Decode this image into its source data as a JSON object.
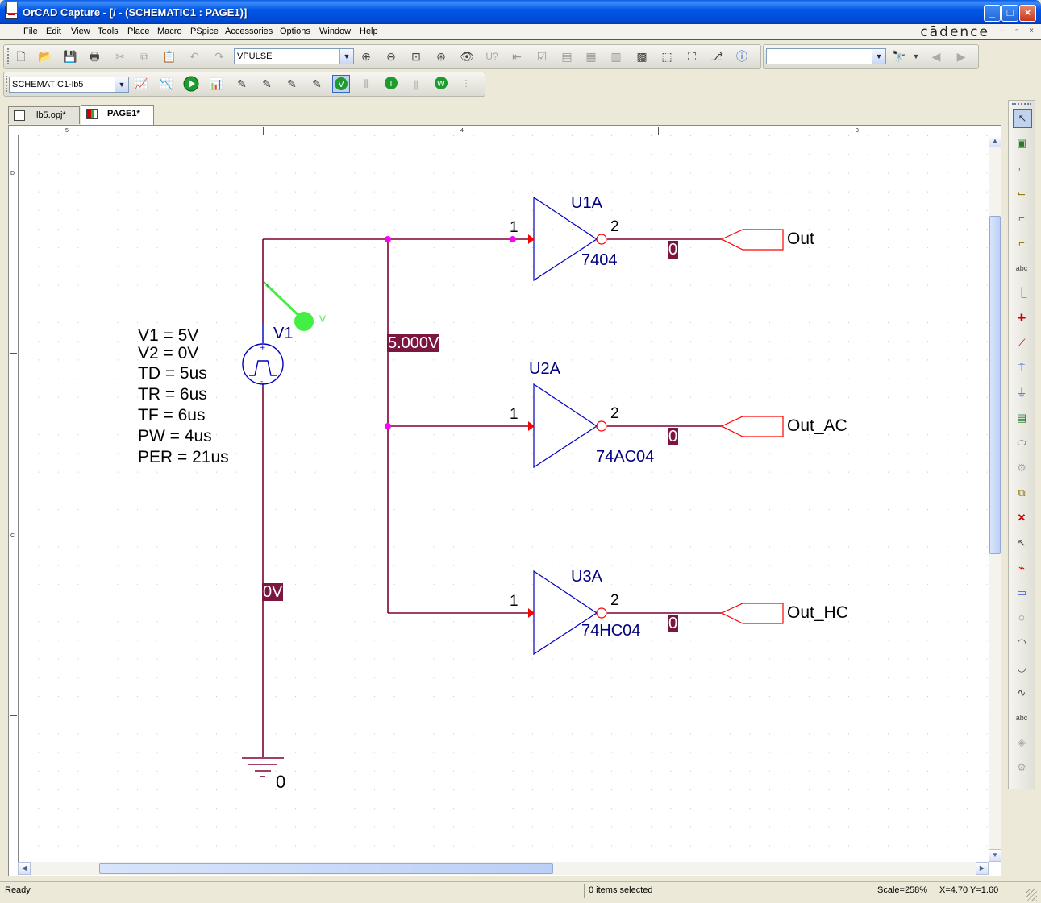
{
  "window": {
    "title": "OrCAD Capture - [/ - (SCHEMATIC1 : PAGE1)]",
    "logo": "cādence",
    "caption_buttons": [
      "_",
      "□",
      "×"
    ],
    "mdi_buttons": [
      "–",
      "▫",
      "×"
    ]
  },
  "menu": [
    "File",
    "Edit",
    "View",
    "Tools",
    "Place",
    "Macro",
    "PSpice",
    "Accessories",
    "Options",
    "Window",
    "Help"
  ],
  "toolbar": {
    "part_combo": "VPULSE",
    "search_combo": "",
    "design_combo": "SCHEMATIC1-lb5",
    "sim_markers": [
      "V",
      "I",
      "W"
    ]
  },
  "tabs": [
    {
      "label": "lb5.opj*"
    },
    {
      "label": "PAGE1*"
    }
  ],
  "rulers": {
    "top": [
      "5",
      "4",
      "3"
    ],
    "left": [
      "D",
      "C"
    ]
  },
  "schematic": {
    "source": {
      "ref": "V1",
      "params": [
        "V1 = 5V",
        "V2 = 0V",
        "TD = 5us",
        "TR = 6us",
        "TF = 6us",
        "PW = 4us",
        "PER = 21us"
      ],
      "probe_label": "V",
      "ground_label": "0"
    },
    "voltages": {
      "main_node": "5.000V",
      "ground_node": "0V"
    },
    "gates": [
      {
        "ref": "U1A",
        "part": "7404",
        "pin_in": "1",
        "pin_out": "2",
        "out_value": "0",
        "port": "Out"
      },
      {
        "ref": "U2A",
        "part": "74AC04",
        "pin_in": "1",
        "pin_out": "2",
        "out_value": "0",
        "port": "Out_AC"
      },
      {
        "ref": "U3A",
        "part": "74HC04",
        "pin_in": "1",
        "pin_out": "2",
        "out_value": "0",
        "port": "Out_HC"
      }
    ]
  },
  "status": {
    "ready": "Ready",
    "selection": "0 items selected",
    "scale": "Scale=258%",
    "coords": "X=4.70  Y=1.60"
  },
  "colors": {
    "wire": "#800033",
    "gate": "#0000c0",
    "pin": "#ff0000",
    "junction": "#ff00ff",
    "probe": "#44ee44",
    "voltage_box": "#7a1640"
  }
}
